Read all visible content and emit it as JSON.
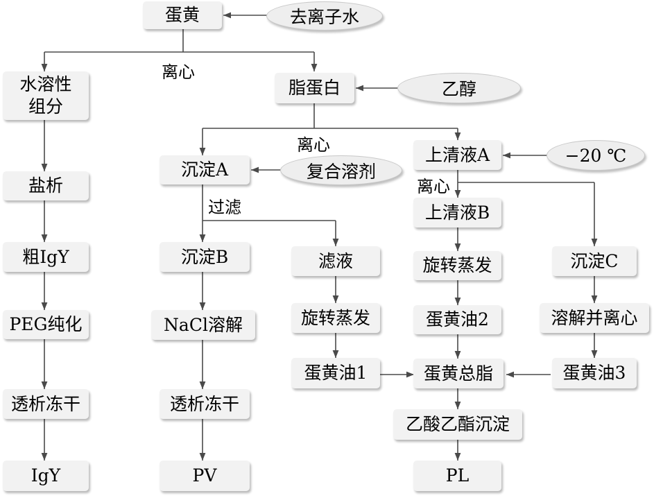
{
  "nodes": {
    "yolk": "蛋黄",
    "water_soluble": "水溶性组分",
    "lipoprotein": "脂蛋白",
    "precipitate_a": "沉淀A",
    "supernatant_a": "上清液A",
    "supernatant_b": "上清液B",
    "precipitate_b": "沉淀B",
    "filtrate": "滤液",
    "precipitate_c": "沉淀C",
    "salting_out": "盐析",
    "crude_igy": "粗IgY",
    "peg_purify": "PEG纯化",
    "dialysis_freeze_1": "透析冻干",
    "igy": "IgY",
    "nacl_dissolve": "NaCl溶解",
    "dialysis_freeze_2": "透析冻干",
    "pv": "PV",
    "rotary_evap_1": "旋转蒸发",
    "yolk_oil_1": "蛋黄油1",
    "rotary_evap_2": "旋转蒸发",
    "yolk_oil_2": "蛋黄油2",
    "dissolve_centrifuge": "溶解并离心",
    "yolk_oil_3": "蛋黄油3",
    "total_lipid": "蛋黄总脂",
    "ethyl_acetate_ppt": "乙酸乙酯沉淀",
    "pl": "PL"
  },
  "inputs": {
    "deionized_water": "去离子水",
    "ethanol": "乙醇",
    "composite_solvent": "复合溶剂",
    "minus_20c": "−20 ℃"
  },
  "labels": {
    "centrifuge_1": "离心",
    "centrifuge_2": "离心",
    "centrifuge_3": "离心",
    "filter": "过滤"
  }
}
